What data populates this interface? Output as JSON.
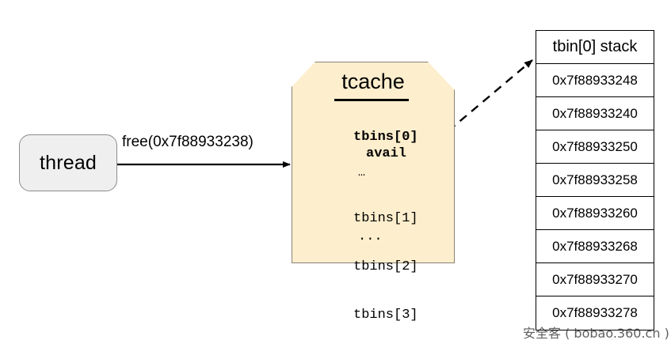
{
  "diagram": {
    "title": "tcache free diagram",
    "thread": {
      "label": "thread"
    },
    "edge": {
      "free_call_label": "free(0x7f88933238)"
    },
    "tcache": {
      "title": "tcache",
      "pointer_arrow_icon": "arrow-right-icon",
      "tbins0_label": "tbins[0]",
      "avail_label": "avail",
      "avail_dot_icon": "dot-icon",
      "ellipsis_top": "…",
      "bins": [
        "tbins[1]",
        "tbins[2]",
        "tbins[3]"
      ],
      "ellipsis_bottom": "...",
      "fill_color": "#fdeecd",
      "border_color": "#8a8276"
    },
    "stack": {
      "header": "tbin[0] stack",
      "entries": [
        "0x7f88933248",
        "0x7f88933240",
        "0x7f88933250",
        "0x7f88933258",
        "0x7f88933260",
        "0x7f88933268",
        "0x7f88933270",
        "0x7f88933278"
      ],
      "border_color": "#000000",
      "fill_color": "#ffffff"
    },
    "dashed_link": {
      "icon": "dashed-arrow-icon",
      "from": "avail",
      "to": "tbin[0] stack"
    },
    "watermark": "安全客 ( bobao.360.cn )"
  }
}
